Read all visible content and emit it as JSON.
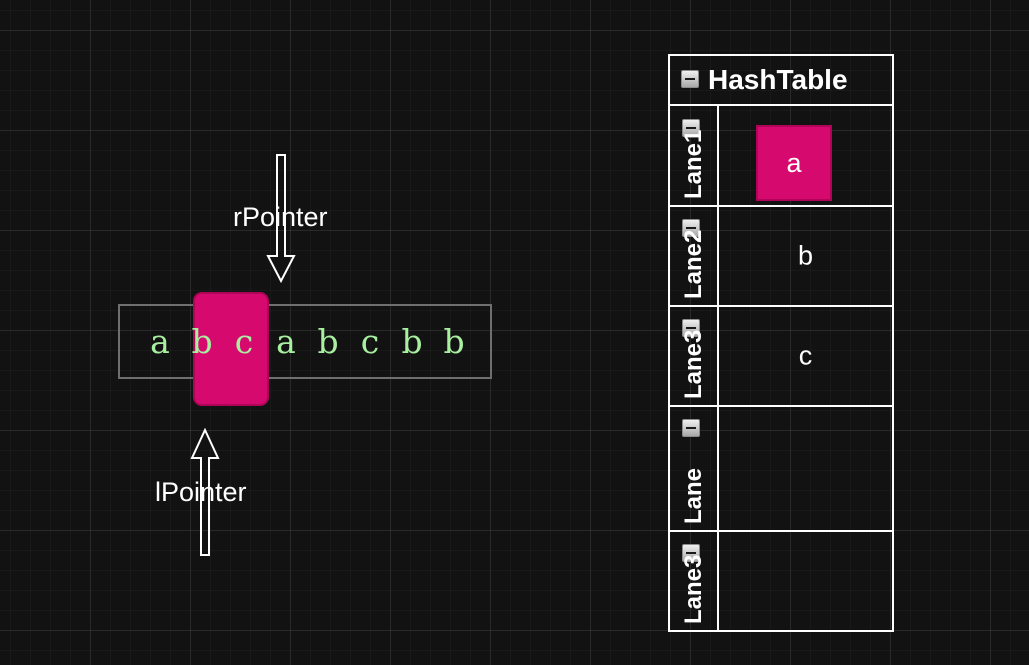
{
  "string": {
    "chars": [
      "a",
      "b",
      "c",
      "a",
      "b",
      "c",
      "b",
      "b"
    ]
  },
  "pointers": {
    "right": "rPointer",
    "left": "lPointer"
  },
  "hash_table": {
    "title": "HashTable",
    "lanes": [
      {
        "label": "Lane1",
        "value": "a",
        "highlighted": true
      },
      {
        "label": "Lane2",
        "value": "b",
        "highlighted": false
      },
      {
        "label": "Lane3",
        "value": "c",
        "highlighted": false
      },
      {
        "label": "Lane",
        "value": "",
        "highlighted": false
      },
      {
        "label": "Lane3",
        "value": "",
        "highlighted": false
      }
    ]
  },
  "colors": {
    "highlight": "#d60a6e",
    "char": "#a8f0a0",
    "background": "#121212"
  }
}
